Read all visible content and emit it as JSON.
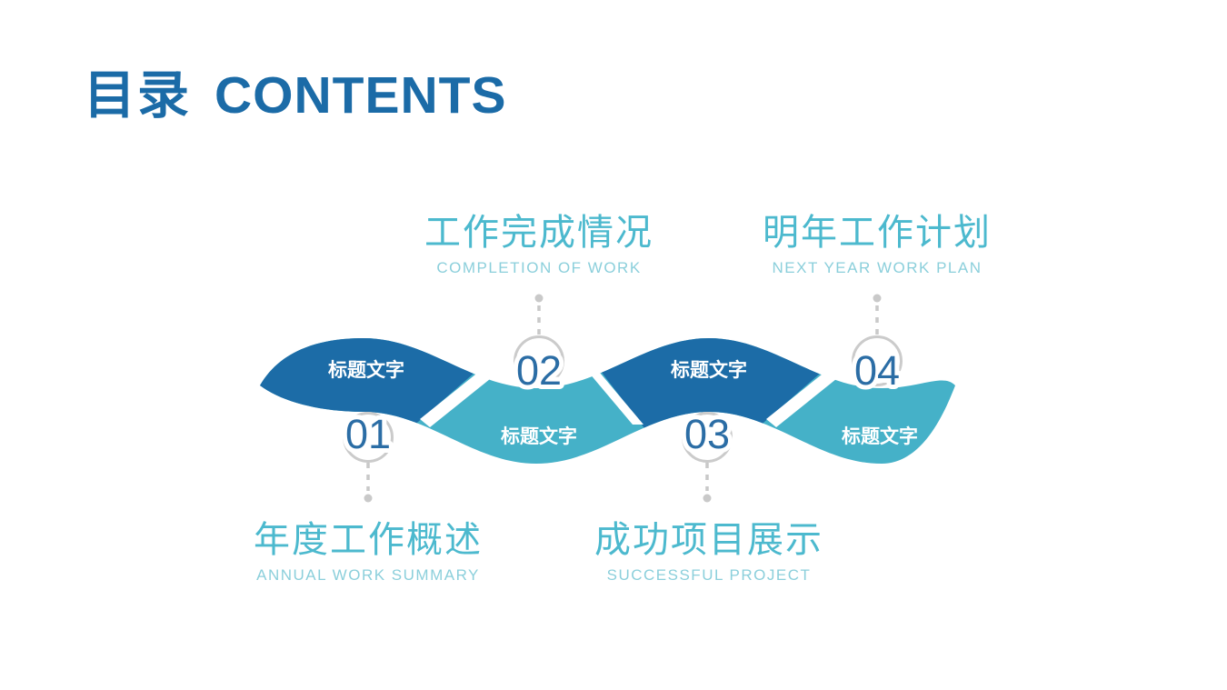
{
  "slide": {
    "title_cn": "目录",
    "title_en": "CONTENTS"
  },
  "colors": {
    "title_blue": "#1b6ba7",
    "wave_dark": "#1c6ca7",
    "wave_teal": "#45b1c8",
    "number_blue": "#2b6da5",
    "label_teal": "#4cb9ce",
    "sublabel_teal": "#8bcfdb",
    "connector_gray": "#c9c9c9",
    "shape_text_white": "#ffffff"
  },
  "sections": [
    {
      "num": "01",
      "title": "年度工作概述",
      "subtitle": "ANNUAL WORK SUMMARY",
      "shape_label": "标题文字",
      "label_position": "bottom",
      "shape_color": "dark-blue"
    },
    {
      "num": "02",
      "title": "工作完成情况",
      "subtitle": "COMPLETION OF WORK",
      "shape_label": "标题文字",
      "label_position": "top",
      "shape_color": "teal"
    },
    {
      "num": "03",
      "title": "成功项目展示",
      "subtitle": "SUCCESSFUL PROJECT",
      "shape_label": "标题文字",
      "label_position": "bottom",
      "shape_color": "dark-blue"
    },
    {
      "num": "04",
      "title": "明年工作计划",
      "subtitle": "NEXT YEAR WORK PLAN",
      "shape_label": "标题文字",
      "label_position": "top",
      "shape_color": "teal"
    }
  ]
}
